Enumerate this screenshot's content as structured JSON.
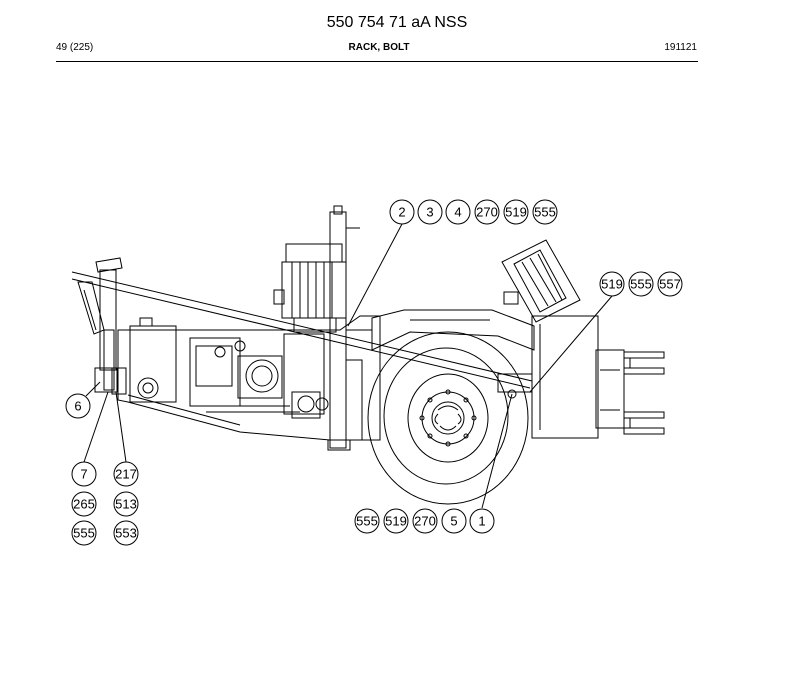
{
  "header": {
    "title": "550 754 71 aA NSS",
    "page": "49 (225)",
    "section": "RACK, BOLT",
    "date": "191121"
  },
  "callouts": {
    "top": [
      "2",
      "3",
      "4",
      "270",
      "519",
      "555"
    ],
    "right": [
      "519",
      "555",
      "557"
    ],
    "left_single": "6",
    "left_col1": [
      "7",
      "265",
      "555"
    ],
    "left_col2": [
      "217",
      "513",
      "553"
    ],
    "bottom": [
      "555",
      "519",
      "270",
      "5",
      "1"
    ]
  }
}
